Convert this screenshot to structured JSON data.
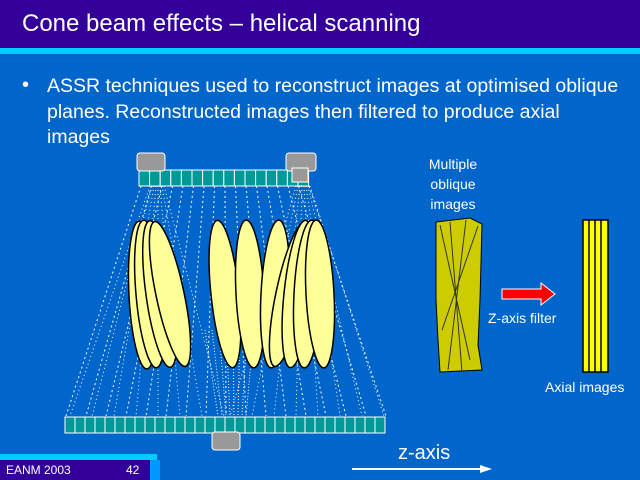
{
  "title": "Cone beam effects – helical scanning",
  "bullet_symbol": "•",
  "bullet_text": "ASSR techniques used to reconstruct images at optimised oblique planes.  Reconstructed images then filtered to produce axial images",
  "labels": {
    "multiple_oblique_images": [
      "Multiple",
      "oblique",
      "images"
    ],
    "z_axis_filter": "Z-axis filter",
    "axial_images": "Axial images",
    "z_axis": "z-axis"
  },
  "footer": {
    "event": "EANM 2003",
    "page": "42"
  },
  "colors": {
    "title_bar": "#330099",
    "accent_stripe": "#00ccff",
    "background": "#0066cc",
    "detector": "#009999",
    "slice": "#ffff99",
    "axial": "#ffff00",
    "arrow": "#ff0000",
    "source": "#999999"
  }
}
